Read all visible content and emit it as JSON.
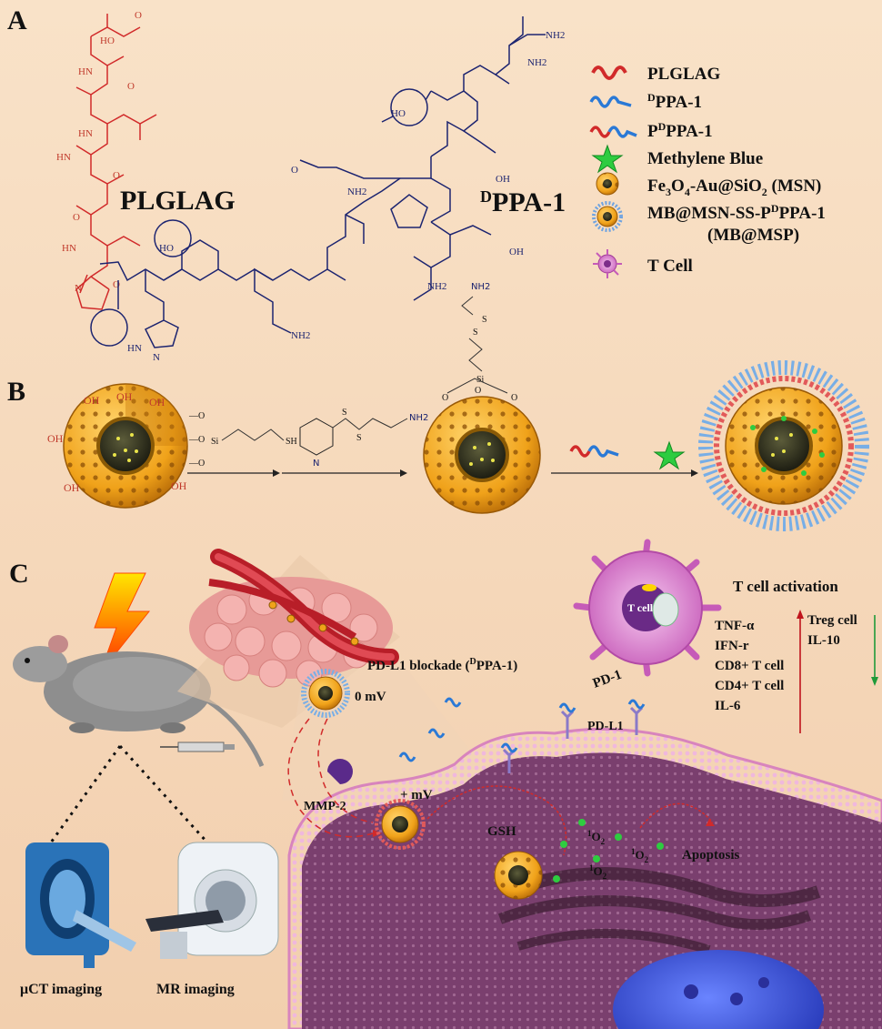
{
  "panels": {
    "a": "A",
    "b": "B",
    "c": "C"
  },
  "molecule_labels": {
    "plglag": "PLGLAG",
    "dppa1_sup": "D",
    "dppa1_main": "PPA-1"
  },
  "legend": [
    {
      "key": "plglag",
      "text": "PLGLAG",
      "icon": "red-helix-icon"
    },
    {
      "key": "dppa",
      "sup": "D",
      "text": "PPA-1",
      "icon": "blue-helix-icon"
    },
    {
      "key": "pdppa",
      "pre": "P",
      "sup": "D",
      "text": "PPA-1",
      "icon": "red-blue-helix-icon"
    },
    {
      "key": "mb",
      "text": "Methylene Blue",
      "icon": "green-star-icon"
    },
    {
      "key": "msn",
      "text": "Fe3O4-Au@SiO2 (MSN)",
      "icon": "nanoparticle-icon"
    },
    {
      "key": "mbmsp",
      "text": "MB@MSN-SS-PDPPA-1",
      "text2": "(MB@MSP)",
      "icon": "coated-nanoparticle-icon"
    },
    {
      "key": "tcell",
      "text": "T Cell",
      "icon": "tcell-icon"
    }
  ],
  "legend_formatted": {
    "msn_a": "Fe",
    "msn_s1": "3",
    "msn_b": "O",
    "msn_s2": "4",
    "msn_c": "-Au@SiO",
    "msn_s3": "2",
    "msn_d": " (MSN)",
    "mbmsp_a": "MB@MSN-SS-P",
    "mbmsp_sup": "D",
    "mbmsp_b": "PPA-1"
  },
  "panel_c": {
    "zero_mv": "0 mV",
    "plus_mv": "+ mV",
    "mmp2": "MMP-2",
    "pdl1_blockade_a": "PD-L1 blockade (",
    "pdl1_blockade_sup": "D",
    "pdl1_blockade_b": "PPA-1)",
    "pd1": "PD-1",
    "pdl1": "PD-L1",
    "tcell_label": "T cell",
    "tcell_activation": "T cell activation",
    "up_markers": [
      "TNF-α",
      "IFN-r",
      "CD8+ T cell",
      "CD4+ T cell",
      "IL-6"
    ],
    "down_markers": [
      "Treg cell",
      "IL-10"
    ],
    "gsh": "GSH",
    "singlet_oxygen": "1O2",
    "apoptosis": "Apoptosis",
    "imaging_ct": "μCT imaging",
    "imaging_mr": "MR imaging"
  },
  "chem": {
    "oh": "OH",
    "o": "O",
    "si": "Si",
    "sh": "SH",
    "nh2": "NH2",
    "s": "S",
    "n": "N"
  },
  "colors": {
    "red_peptide": "#d12a2a",
    "navy_peptide": "#1c2470",
    "background": "#f6dcc0",
    "cell": "#7a3f6e",
    "membrane": "#e1a3cf"
  }
}
